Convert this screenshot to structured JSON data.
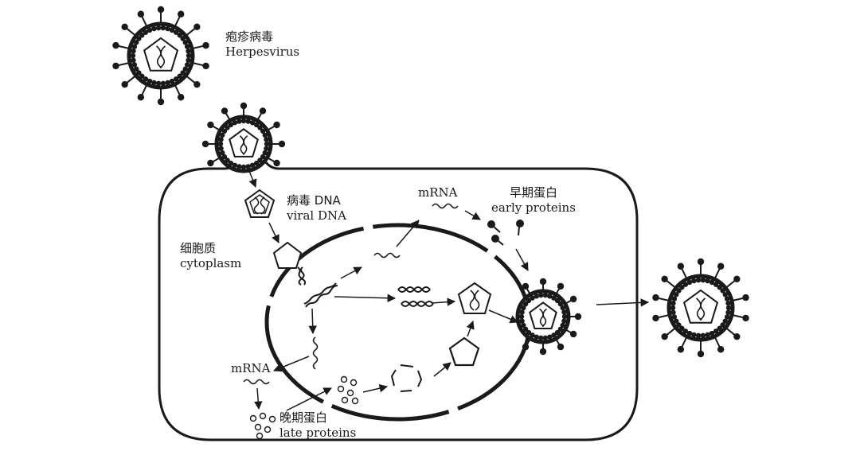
{
  "diagram": {
    "colors": {
      "ink": "#1a1a1a",
      "background": "#ffffff"
    },
    "labels": {
      "herpesvirus": {
        "zh": "疱疹病毒",
        "en": "Herpesvirus"
      },
      "viral_dna": {
        "zh": "病毒 DNA",
        "en": "viral DNA"
      },
      "cytoplasm": {
        "zh": "细胞质",
        "en": "cytoplasm"
      },
      "mrna_early": "mRNA",
      "early_proteins": {
        "zh": "早期蛋白",
        "en": "early proteins"
      },
      "mrna_late": "mRNA",
      "late_proteins": {
        "zh": "晚期蛋白",
        "en": "late proteins"
      }
    },
    "icons": [
      "virion-icon",
      "capsid-icon",
      "dna-helix-icon",
      "mrna-icon",
      "protein-icon",
      "arrow-icon"
    ]
  }
}
